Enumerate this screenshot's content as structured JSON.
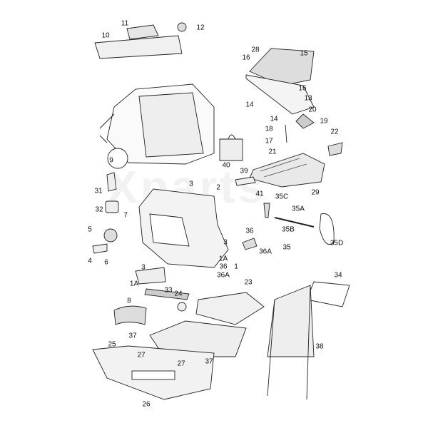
{
  "diagram": {
    "watermark": "Xparts",
    "callouts": [
      "11",
      "12",
      "10",
      "28",
      "15",
      "16",
      "16",
      "13",
      "14",
      "20",
      "14",
      "19",
      "18",
      "22",
      "17",
      "21",
      "9",
      "40",
      "3",
      "2",
      "39",
      "31",
      "41",
      "35C",
      "29",
      "32",
      "35A",
      "7",
      "5",
      "36",
      "35B",
      "3",
      "35D",
      "35",
      "36A",
      "4",
      "6",
      "1A",
      "36",
      "1",
      "3",
      "36A",
      "1A",
      "33",
      "24",
      "23",
      "34",
      "8",
      "37",
      "38",
      "25",
      "27",
      "27",
      "37",
      "26"
    ]
  }
}
